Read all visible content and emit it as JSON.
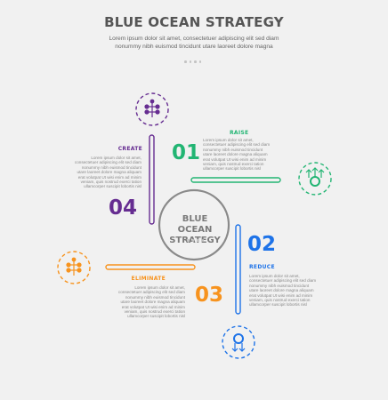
{
  "header": {
    "title": "BLUE OCEAN STRATEGY",
    "subtitle": "Lorem ipsum dolor sit amet, consectetuer adipiscing elit sed diam nonummy nibh euismod tincidunt utare laoreet dolore magna"
  },
  "center": {
    "line1": "BLUE OCEAN",
    "line2": "STRATEGY"
  },
  "colors": {
    "raise": "#22b573",
    "reduce": "#1e73e8",
    "eliminate": "#f7931e",
    "create": "#662d91",
    "ring": "#8a8a8a"
  },
  "steps": [
    {
      "number": "01",
      "label": "RAISE",
      "icon": "gear-arrows-up-icon",
      "text": "Lorem ipsum dolor sit amet, consectetuer adipiscing elit sed diam nonummy nibh euismod tincidunt utare laoreet dolore magna aliquam erat volutpat Ut wisi enim ad minim veniam, quis nostrud exerci tation ullamcorper suscipit lobortis nisl"
    },
    {
      "number": "02",
      "label": "REDUCE",
      "icon": "gear-arrows-down-icon",
      "text": "Lorem ipsum dolor sit amet, consectetuer adipiscing elit sed diam nonummy nibh euismod tincidunt utare laoreet dolore magna aliquam erat volutpat Ut wisi enim ad minim veniam, quis nostrud exerci tation ullamcorper suscipit lobortis nisl"
    },
    {
      "number": "03",
      "label": "ELIMINATE",
      "icon": "network-gears-icon",
      "text": "Lorem ipsum dolor sit amet, consectetuer adipiscing elit sed diam nonummy nibh euismod tincidunt utare laoreet dolore magna aliquam erat volutpat Ut wisi enim ad minim veniam, quis nostrud exerci tation ullamcorper suscipit lobortis nisl"
    },
    {
      "number": "04",
      "label": "CREATE",
      "icon": "network-nodes-icon",
      "text": "Lorem ipsum dolor sit amet, consectetuer adipiscing elit sed diam nonummy nibh euismod tincidunt utare laoreet dolore magna aliquam erat volutpat Ut wisi enim ad minim veniam, quis nostrud exerci tation ullamcorper suscipit lobortis nisl"
    }
  ]
}
